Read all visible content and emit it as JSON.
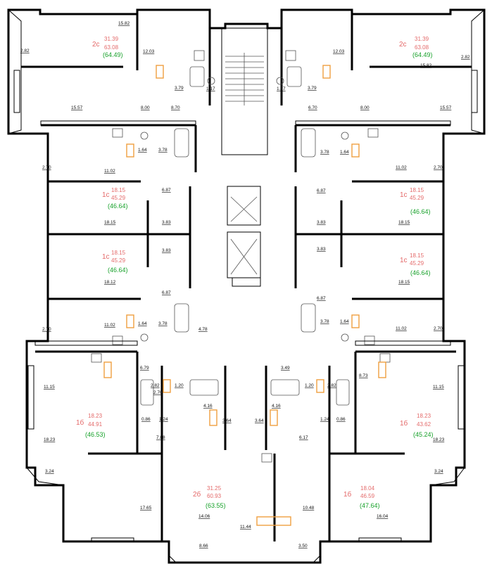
{
  "room_labels": [
    {
      "id": "r1",
      "text": "15.82"
    },
    {
      "id": "r2",
      "text": "2.82"
    },
    {
      "id": "r3",
      "text": "12.03"
    },
    {
      "id": "r4",
      "text": "3.79"
    },
    {
      "id": "r5",
      "text": "1.17"
    },
    {
      "id": "r6",
      "text": "15.57"
    },
    {
      "id": "r7",
      "text": "8.00"
    },
    {
      "id": "r8",
      "text": "8.70"
    },
    {
      "id": "r9",
      "text": "1.17"
    },
    {
      "id": "r10",
      "text": "3.79"
    },
    {
      "id": "r11",
      "text": "12.03"
    },
    {
      "id": "r12",
      "text": "15.82"
    },
    {
      "id": "r13",
      "text": "2.82"
    },
    {
      "id": "r14",
      "text": "6.70"
    },
    {
      "id": "r15",
      "text": "8.00"
    },
    {
      "id": "r16",
      "text": "15.57"
    },
    {
      "id": "r17",
      "text": "1.64"
    },
    {
      "id": "r18",
      "text": "3.78"
    },
    {
      "id": "r19",
      "text": "2.70"
    },
    {
      "id": "r20",
      "text": "11.02"
    },
    {
      "id": "r21",
      "text": "6.87"
    },
    {
      "id": "r22",
      "text": "18.15"
    },
    {
      "id": "r23",
      "text": "3.83"
    },
    {
      "id": "r24",
      "text": "3.83"
    },
    {
      "id": "r25",
      "text": "18.12"
    },
    {
      "id": "r26",
      "text": "6.87"
    },
    {
      "id": "r27",
      "text": "11.02"
    },
    {
      "id": "r28",
      "text": "1.64"
    },
    {
      "id": "r29",
      "text": "3.78"
    },
    {
      "id": "r30",
      "text": "4.78"
    },
    {
      "id": "r31",
      "text": "2.70"
    },
    {
      "id": "r32",
      "text": "3.78"
    },
    {
      "id": "r33",
      "text": "1.64"
    },
    {
      "id": "r34",
      "text": "11.02"
    },
    {
      "id": "r35",
      "text": "2.70"
    },
    {
      "id": "r36",
      "text": "6.87"
    },
    {
      "id": "r37",
      "text": "18.15"
    },
    {
      "id": "r38",
      "text": "3.83"
    },
    {
      "id": "r39",
      "text": "3.83"
    },
    {
      "id": "r40",
      "text": "18.15"
    },
    {
      "id": "r41",
      "text": "6.87"
    },
    {
      "id": "r42",
      "text": "11.02"
    },
    {
      "id": "r43",
      "text": "3.78"
    },
    {
      "id": "r44",
      "text": "1.64"
    },
    {
      "id": "r45",
      "text": "2.70"
    },
    {
      "id": "r46",
      "text": "11.15"
    },
    {
      "id": "r47",
      "text": "6.79"
    },
    {
      "id": "r48",
      "text": "2.82"
    },
    {
      "id": "r49",
      "text": "1.20"
    },
    {
      "id": "r50",
      "text": "2.70"
    },
    {
      "id": "r51",
      "text": "4.16"
    },
    {
      "id": "r52",
      "text": "0.86"
    },
    {
      "id": "r53",
      "text": "1.24"
    },
    {
      "id": "r54",
      "text": "3.64"
    },
    {
      "id": "r55",
      "text": "18.23"
    },
    {
      "id": "r56",
      "text": "7.88"
    },
    {
      "id": "r57",
      "text": "3.24"
    },
    {
      "id": "r58",
      "text": "3.49"
    },
    {
      "id": "r59",
      "text": "1.20"
    },
    {
      "id": "r60",
      "text": "2.82"
    },
    {
      "id": "r61",
      "text": "8.73"
    },
    {
      "id": "r62",
      "text": "11.15"
    },
    {
      "id": "r63",
      "text": "4.16"
    },
    {
      "id": "r64",
      "text": "3.64"
    },
    {
      "id": "r65",
      "text": "1.24"
    },
    {
      "id": "r66",
      "text": "0.86"
    },
    {
      "id": "r67",
      "text": "6.17"
    },
    {
      "id": "r68",
      "text": "18.23"
    },
    {
      "id": "r69",
      "text": "3.24"
    },
    {
      "id": "r70",
      "text": "17.65"
    },
    {
      "id": "r71",
      "text": "14.06"
    },
    {
      "id": "r72",
      "text": "11.44"
    },
    {
      "id": "r73",
      "text": "10.48"
    },
    {
      "id": "r74",
      "text": "16.04"
    },
    {
      "id": "r75",
      "text": "8.66"
    },
    {
      "id": "r76",
      "text": "3.50"
    }
  ],
  "apartments": [
    {
      "id": "a1",
      "type": "2с",
      "living": "31.39",
      "area": "63.08",
      "total": "(64.49)"
    },
    {
      "id": "a2",
      "type": "2с",
      "living": "31.39",
      "area": "63.08",
      "total": "(64.49)"
    },
    {
      "id": "a3",
      "type": "1с",
      "living": "18.15",
      "area": "45.29",
      "total": "(46.64)"
    },
    {
      "id": "a4",
      "type": "1с",
      "living": "18.15",
      "area": "45.29",
      "total": "(46.64)"
    },
    {
      "id": "a5",
      "type": "1с",
      "living": "18.15",
      "area": "45.29",
      "total": "(46.64)"
    },
    {
      "id": "a6",
      "type": "1с",
      "living": "18.15",
      "area": "45.29",
      "total": "(46.64)"
    },
    {
      "id": "a7",
      "type": "1б",
      "living": "18.23",
      "area": "44.91",
      "total": "(46.53)"
    },
    {
      "id": "a8",
      "type": "1б",
      "living": "18.23",
      "area": "43.62",
      "total": "(45.24)"
    },
    {
      "id": "a9",
      "type": "2б",
      "living": "31.25",
      "area": "60.93",
      "total": "(63.55)"
    },
    {
      "id": "a10",
      "type": "1б",
      "living": "18.04",
      "area": "46.59",
      "total": "(47.64)"
    }
  ]
}
